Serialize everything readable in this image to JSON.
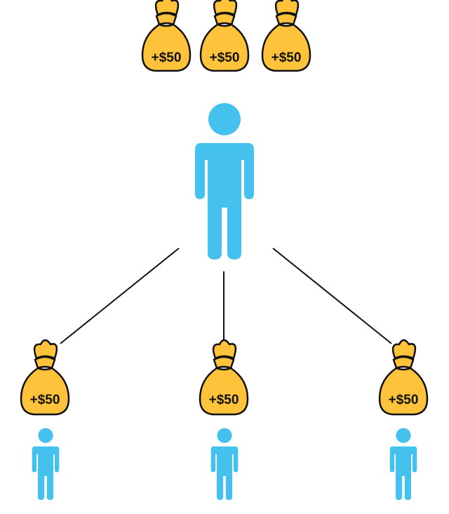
{
  "colors": {
    "person": "#45c1ee",
    "bag_fill": "#fec23b",
    "bag_outline": "#111111",
    "connector": "#111111"
  },
  "icons": {
    "person": "person-icon",
    "bag": "money-bag-icon"
  },
  "bonus_label": "+$50",
  "top_bags": [
    {
      "label": "+$50"
    },
    {
      "label": "+$50"
    },
    {
      "label": "+$50"
    }
  ],
  "referrals": [
    {
      "bag_label": "+$50"
    },
    {
      "bag_label": "+$50"
    },
    {
      "bag_label": "+$50"
    }
  ]
}
